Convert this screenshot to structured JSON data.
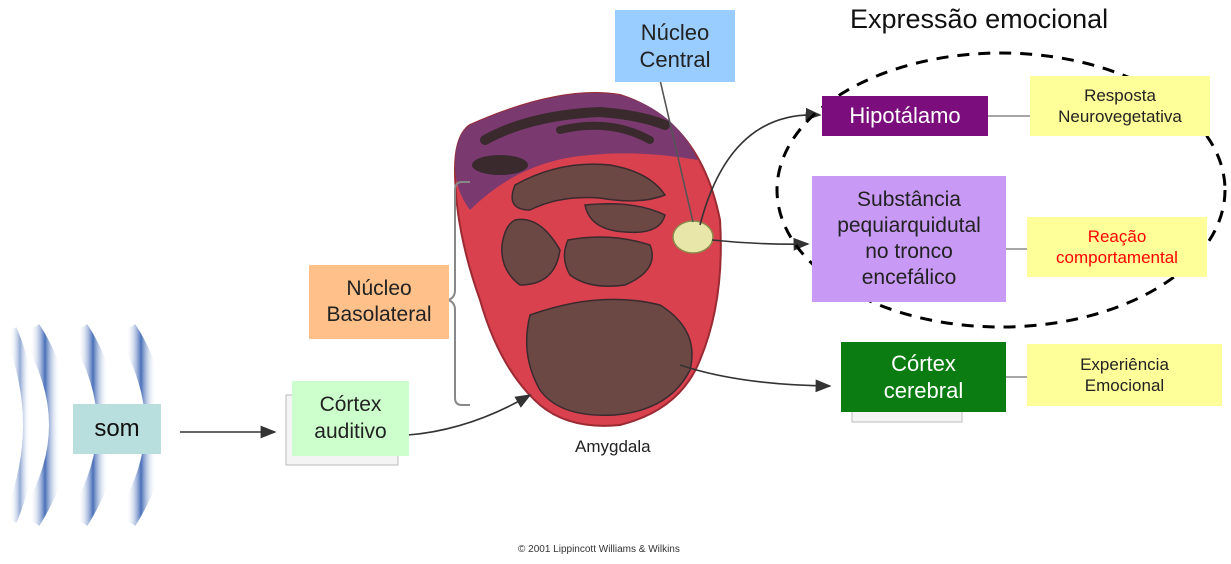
{
  "title": "Expressão emocional",
  "source": "som",
  "cortex_auditivo": "Córtex\nauditivo",
  "nucleo_basolateral": "Núcleo\nBasolateral",
  "nucleo_central": "Núcleo\nCentral",
  "amygdala_label": "Amygdala",
  "hipotalamo": "Hipotálamo",
  "resposta": "Resposta\nNeurovegetativa",
  "substancia": "Substância\npequiarquidutal\nno tronco\nencefálico",
  "reacao": "Reação\ncomportamental",
  "cortex_cerebral": "Córtex\ncerebral",
  "experiencia": "Experiência\nEmocional",
  "copyright": "© 2001 Lippincott Williams & Wilkins",
  "colors": {
    "hipotalamo_bg": "#7b0e7c",
    "substancia_bg": "#c89af5",
    "cortex_cerebral_bg": "#0b7c12",
    "yellow_bg": "#ffff99",
    "reacao_text": "#ff0000",
    "nucleo_central_bg": "#99ccff",
    "basolateral_bg": "#ffc08a",
    "cortex_auditivo_bg": "#ccffcc",
    "som_bg": "#b8dedd"
  }
}
